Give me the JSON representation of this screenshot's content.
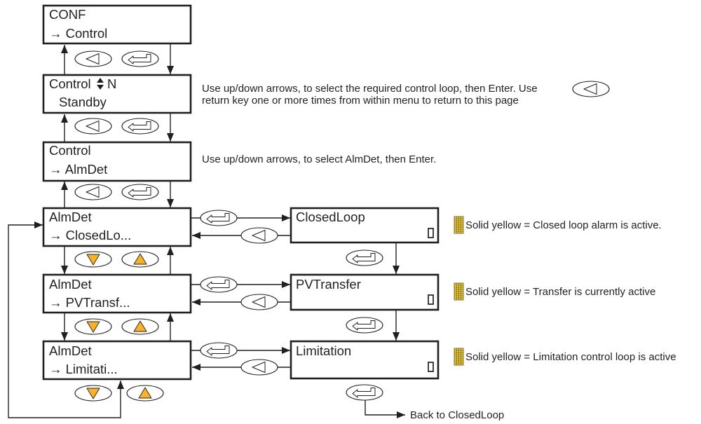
{
  "screens": {
    "conf": {
      "line1": "CONF",
      "line2": "→ Control"
    },
    "control_loop": {
      "line1": "Control",
      "loop": "N",
      "line2": "Standby"
    },
    "control_menu": {
      "line1": "Control",
      "line2": "→ AlmDet"
    },
    "almdet_closedloop": {
      "line1": "AlmDet",
      "line2": "→ ClosedLo..."
    },
    "almdet_pvtransfer": {
      "line1": "AlmDet",
      "line2": "→ PVTransf..."
    },
    "almdet_limitation": {
      "line1": "AlmDet",
      "line2": "→ Limitati..."
    },
    "closedloop": {
      "title": "ClosedLoop"
    },
    "pvtransfer": {
      "title": "PVTransfer"
    },
    "limitation": {
      "title": "Limitation"
    }
  },
  "notes": {
    "control_loop": [
      "Use up/down arrows, to select the required control loop, then Enter. Use",
      "return key one or more times from within menu to return to this page"
    ],
    "almdet": "Use up/down arrows, to select AlmDet, then Enter."
  },
  "legend": {
    "closedloop": "Solid yellow = Closed loop alarm is active.",
    "pvtransfer": "Solid yellow = Transfer is currently active",
    "limitation": "Solid yellow = Limitation control loop is active"
  },
  "exit_label": "Back to ClosedLoop",
  "icons": {
    "back": "back-key-icon",
    "enter": "enter-key-icon",
    "down": "down-key-icon",
    "up": "up-key-icon",
    "indicator": "alarm-indicator-icon",
    "swatch": "solid-yellow-swatch-icon",
    "updown": "up-down-arrows-icon"
  },
  "colors": {
    "line": "#231f20",
    "key_triangle": "#f6b22a",
    "swatch": "#f2d13d",
    "swatch_grid": "#5a4f1a"
  }
}
